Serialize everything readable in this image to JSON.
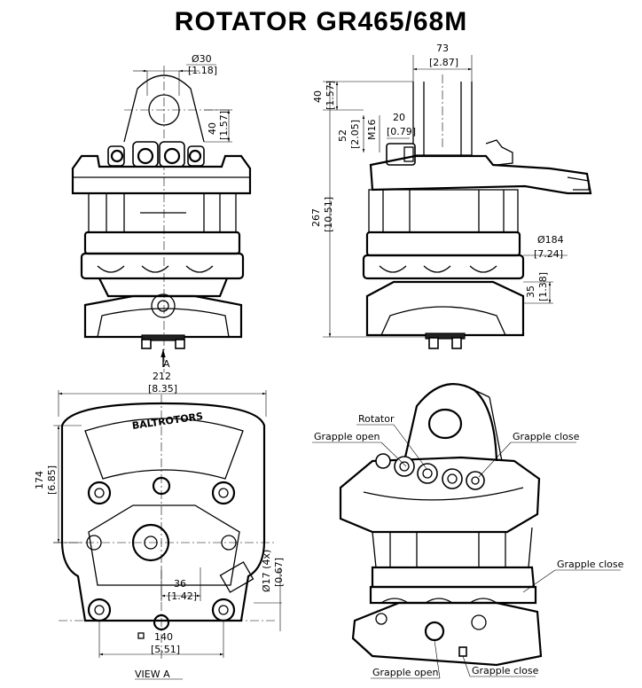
{
  "title": "ROTATOR  GR465/68M",
  "front_view": {
    "dim_d30": "Ø30",
    "dim_d30_in": "[1.18]",
    "dim_40": "40",
    "dim_40_in": "[1.57]",
    "section_label": "A"
  },
  "side_view": {
    "dim_73": "73",
    "dim_73_in": "[2.87]",
    "dim_40": "40",
    "dim_40_in": "[1.57]",
    "dim_52": "52",
    "dim_52_in": "[2.05]",
    "dim_m16": "M16",
    "dim_20": "20",
    "dim_20_in": "[0.79]",
    "dim_267": "267",
    "dim_267_in": "[10.51]",
    "dim_d184": "Ø184",
    "dim_d184_in": "[7.24]",
    "dim_35": "35",
    "dim_35_in": "[1.38]"
  },
  "bottom_view": {
    "dim_212": "212",
    "dim_212_in": "[8.35]",
    "dim_174": "174",
    "dim_174_in": "[6.85]",
    "dim_36": "36",
    "dim_36_in": "[1.42]",
    "dim_d17": "Ø17  (4x)",
    "dim_d17_in": "[0.67]",
    "dim_140": "140",
    "dim_140_in": "[5.51]",
    "brand": "BALTROTORS",
    "view_label": "VIEW A"
  },
  "iso_view": {
    "rotator": "Rotator",
    "grapple_open_top": "Grapple open",
    "grapple_close_top": "Grapple close",
    "grapple_close_right": "Grapple close",
    "grapple_open_bottom": "Grapple open",
    "grapple_close_bottom": "Grapple close"
  }
}
